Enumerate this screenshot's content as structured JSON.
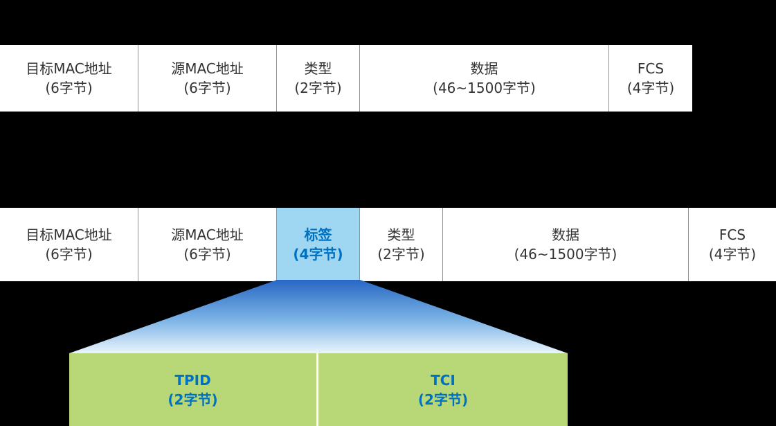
{
  "colors": {
    "background": "#000000",
    "bar_background": "#ffffff",
    "bar_text": "#333333",
    "divider": "#909090",
    "tag_highlight_background": "#9fd6f1",
    "tag_text_blue": "#0070c0",
    "funnel_blue_top": "#2767c4",
    "funnel_blue_bottom": "#eaf4fc",
    "detail_green": "#b8d878"
  },
  "frame_untagged": {
    "fields": [
      {
        "label": "目标MAC地址",
        "size": "(6字节)"
      },
      {
        "label": "源MAC地址",
        "size": "(6字节)"
      },
      {
        "label": "类型",
        "size": "(2字节)"
      },
      {
        "label": "数据",
        "size": "(46~1500字节)"
      },
      {
        "label": "FCS",
        "size": "(4字节)"
      }
    ]
  },
  "frame_tagged": {
    "fields": [
      {
        "label": "目标MAC地址",
        "size": "(6字节)"
      },
      {
        "label": "源MAC地址",
        "size": "(6字节)"
      },
      {
        "label": "标签",
        "size": "(4字节)"
      },
      {
        "label": "类型",
        "size": "(2字节)"
      },
      {
        "label": "数据",
        "size": "(46~1500字节)"
      },
      {
        "label": "FCS",
        "size": "(4字节)"
      }
    ]
  },
  "tag_detail": {
    "fields": [
      {
        "label": "TPID",
        "size": "(2字节)"
      },
      {
        "label": "TCI",
        "size": "(2字节)"
      }
    ]
  }
}
